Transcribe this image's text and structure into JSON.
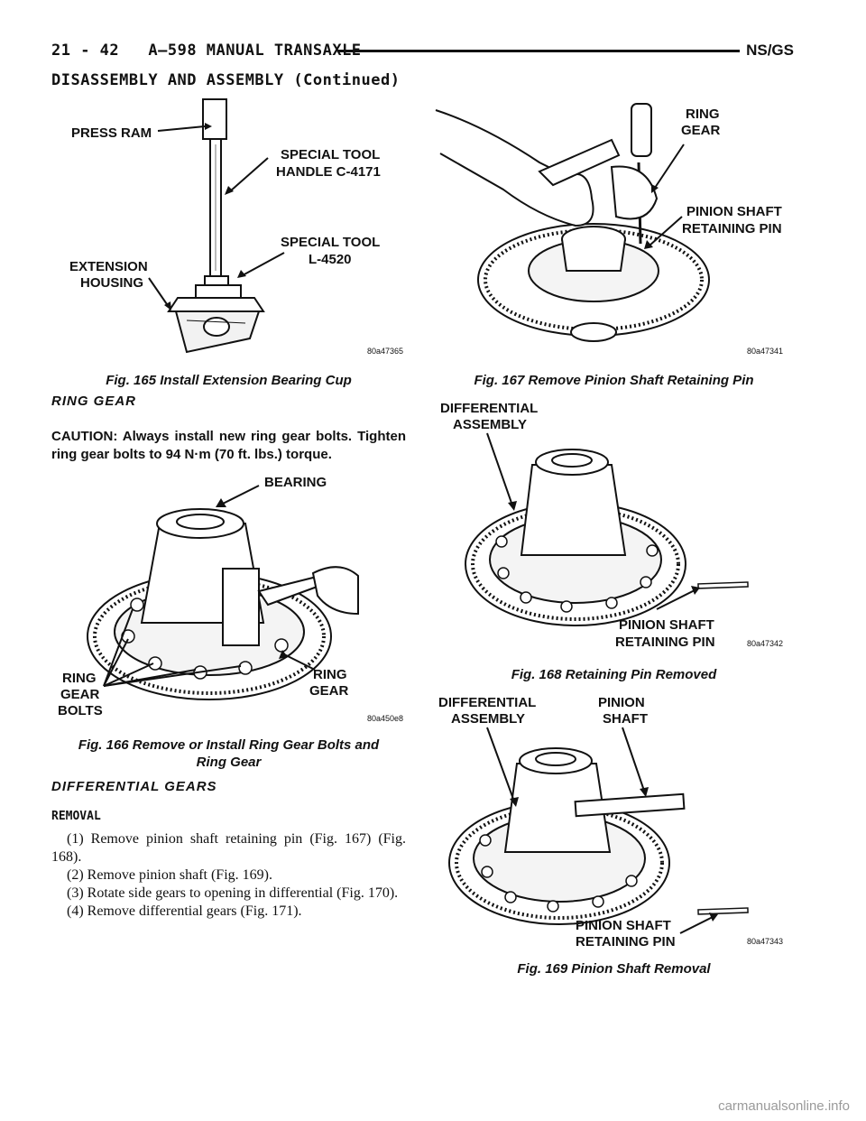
{
  "header": {
    "page_ref": "21 - 42",
    "title": "A–598 MANUAL TRANSAXLE",
    "model": "NS/GS"
  },
  "section_title": "DISASSEMBLY AND ASSEMBLY (Continued)",
  "figures": {
    "fig165": {
      "labels": {
        "press_ram": "PRESS RAM",
        "tool_handle_1": "SPECIAL TOOL",
        "tool_handle_2": "HANDLE C-4171",
        "tool_l_1": "SPECIAL TOOL",
        "tool_l_2": "L-4520",
        "ext_1": "EXTENSION",
        "ext_2": "HOUSING"
      },
      "code": "80a47365",
      "caption": "Fig. 165 Install Extension Bearing Cup"
    },
    "fig166": {
      "labels": {
        "bearing": "BEARING",
        "bolts_1": "RING",
        "bolts_2": "GEAR",
        "bolts_3": "BOLTS",
        "ring_1": "RING",
        "ring_2": "GEAR"
      },
      "code": "80a450e8",
      "caption_1": "Fig. 166 Remove or Install Ring Gear Bolts and",
      "caption_2": "Ring Gear"
    },
    "fig167": {
      "labels": {
        "ring_1": "RING",
        "ring_2": "GEAR",
        "pin_1": "PINION SHAFT",
        "pin_2": "RETAINING PIN"
      },
      "code": "80a47341",
      "caption": "Fig. 167 Remove Pinion Shaft Retaining Pin"
    },
    "fig168": {
      "labels": {
        "diff_1": "DIFFERENTIAL",
        "diff_2": "ASSEMBLY",
        "pin_1": "PINION SHAFT",
        "pin_2": "RETAINING PIN"
      },
      "code": "80a47342",
      "caption": "Fig. 168 Retaining Pin Removed"
    },
    "fig169": {
      "labels": {
        "diff_1": "DIFFERENTIAL",
        "diff_2": "ASSEMBLY",
        "shaft_1": "PINION",
        "shaft_2": "SHAFT",
        "pin_1": "PINION SHAFT",
        "pin_2": "RETAINING PIN"
      },
      "code": "80a47343",
      "caption": "Fig. 169 Pinion Shaft Removal"
    }
  },
  "ring_gear": {
    "heading": "RING GEAR",
    "caution": "CAUTION: Always install new ring gear bolts. Tighten ring gear bolts to 94 N·m (70 ft. lbs.) torque."
  },
  "diff_gears": {
    "heading": "DIFFERENTIAL GEARS",
    "removal_heading": "REMOVAL",
    "steps": [
      "(1) Remove pinion shaft retaining pin (Fig. 167) (Fig. 168).",
      "(2) Remove pinion shaft (Fig. 169).",
      "(3) Rotate side gears to opening in differential (Fig. 170).",
      "(4) Remove differential gears (Fig. 171)."
    ]
  },
  "footer": "carmanualsonline.info"
}
